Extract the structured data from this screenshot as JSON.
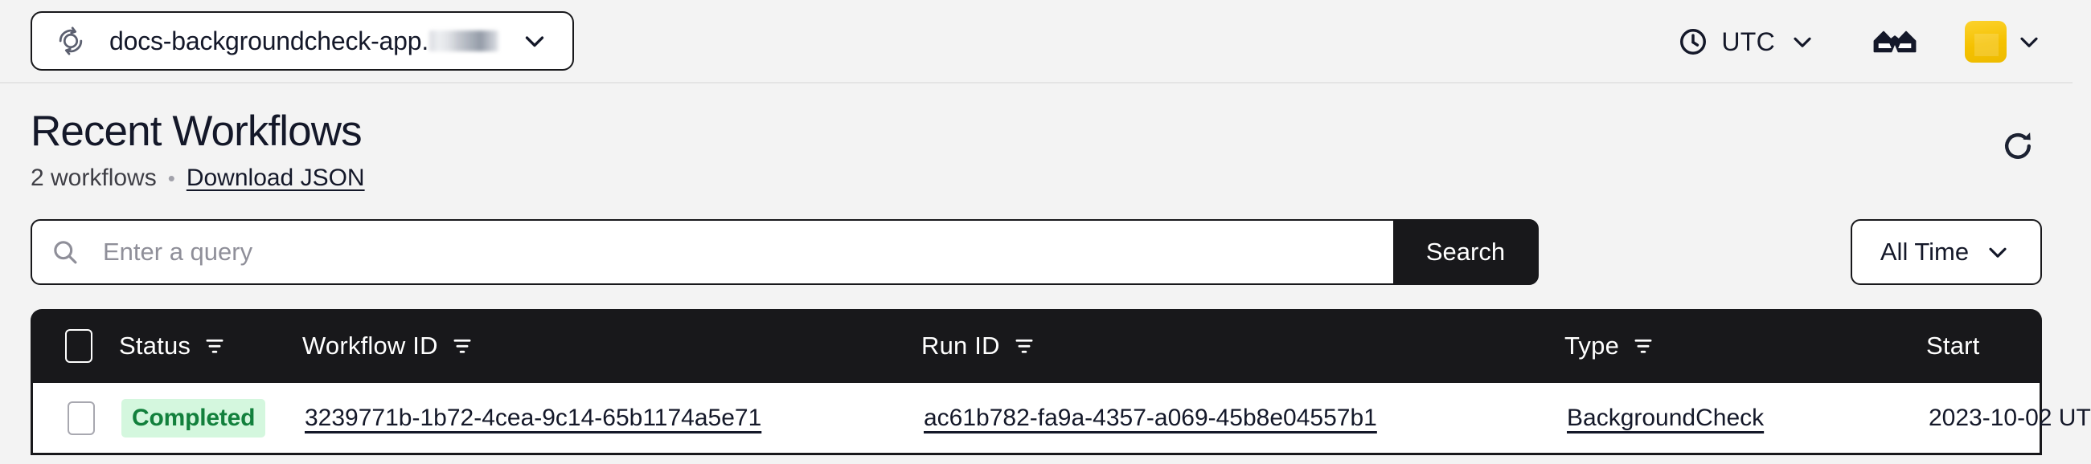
{
  "topbar": {
    "namespace_icon": "namespace-circular-arrow-icon",
    "namespace_label": "docs-backgroundcheck-app.",
    "namespace_redacted": true,
    "namespace_chevron": "chevron-down-icon",
    "timezone_icon": "clock-icon",
    "timezone_label": "UTC",
    "timezone_chevron": "chevron-down-icon",
    "glasses_icon": "3d-glasses-icon",
    "avatar_icon": "user-avatar",
    "avatar_chevron": "chevron-down-icon",
    "avatar_color": "#f5c400"
  },
  "header": {
    "title": "Recent Workflows",
    "count_label": "2 workflows",
    "separator": "•",
    "download_link": "Download JSON",
    "refresh_icon": "refresh-icon"
  },
  "search": {
    "icon": "search-icon",
    "placeholder": "Enter a query",
    "value": "",
    "button_label": "Search",
    "time_filter_label": "All Time",
    "time_filter_chevron": "chevron-down-icon"
  },
  "table": {
    "columns": [
      {
        "key": "status",
        "label": "Status",
        "filterable": true
      },
      {
        "key": "wfid",
        "label": "Workflow ID",
        "filterable": true
      },
      {
        "key": "runid",
        "label": "Run ID",
        "filterable": true
      },
      {
        "key": "type",
        "label": "Type",
        "filterable": true
      },
      {
        "key": "start",
        "label": "Start",
        "filterable": false
      }
    ],
    "rows": [
      {
        "selected": false,
        "status": "Completed",
        "status_color": "#12803c",
        "status_bg": "#d4f7de",
        "workflow_id": "3239771b-1b72-4cea-9c14-65b1174a5e71",
        "run_id": "ac61b782-fa9a-4357-a069-45b8e04557b1",
        "type": "BackgroundCheck",
        "start": "2023-10-02 UT"
      }
    ]
  }
}
